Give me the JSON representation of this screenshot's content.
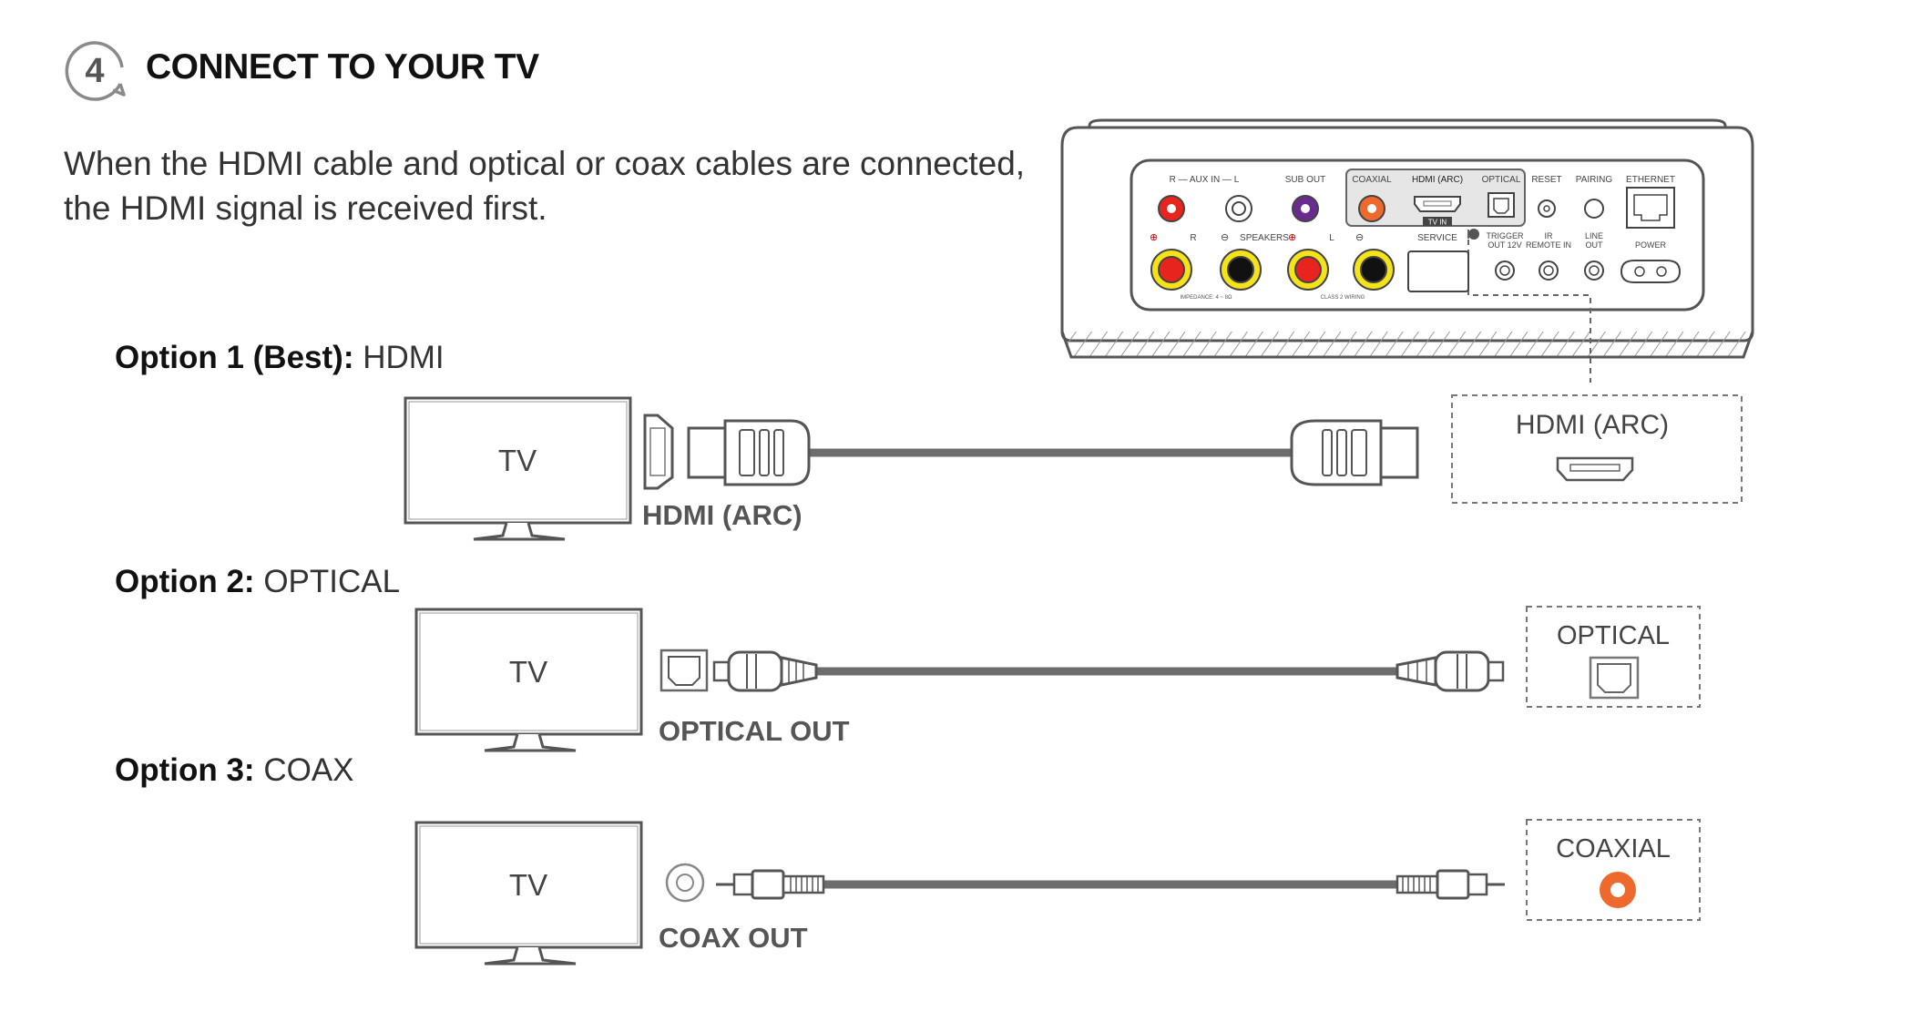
{
  "step": {
    "number": "4",
    "title": "CONNECT TO YOUR TV"
  },
  "intro": {
    "line1": "When the HDMI cable and optical or coax cables are connected,",
    "line2": "the HDMI signal is received first."
  },
  "options": [
    {
      "label": "Option 1 (Best):",
      "value": "HDMI",
      "tv_label": "TV",
      "tv_port_label": "HDMI (ARC)",
      "device_port_label": "HDMI (ARC)"
    },
    {
      "label": "Option 2:",
      "value": "OPTICAL",
      "tv_label": "TV",
      "tv_port_label": "OPTICAL OUT",
      "device_port_label": "OPTICAL"
    },
    {
      "label": "Option 3:",
      "value": "COAX",
      "tv_label": "TV",
      "tv_port_label": "COAX OUT",
      "device_port_label": "COAXIAL"
    }
  ],
  "rear_panel": {
    "aux_in": "R — AUX IN — L",
    "sub_out": "SUB OUT",
    "coaxial": "COAXIAL",
    "hdmi_arc": "HDMI (ARC)",
    "optical": "OPTICAL",
    "reset": "RESET",
    "pairing": "PAIRING",
    "ethernet": "ETHERNET",
    "tv_in": "TV IN",
    "speakers": "SPEAKERS",
    "r": "R",
    "l": "L",
    "service": "SERVICE",
    "trigger_out_1": "TRIGGER",
    "trigger_out_2": "OUT 12V",
    "ir_1": "IR",
    "ir_2": "REMOTE IN",
    "line_out_1": "LINE",
    "line_out_2": "OUT",
    "power": "POWER",
    "impedance": "IMPEDANCE: 4 ~ 8Ω",
    "class2": "CLASS 2 WIRING"
  },
  "colors": {
    "red_jack": "#e8241f",
    "purple_jack": "#6a2b8f",
    "orange_jack": "#ee6a2c",
    "yellow_ring": "#f5e31a",
    "line_gray": "#555555",
    "cable_gray": "#6d6d6d"
  }
}
